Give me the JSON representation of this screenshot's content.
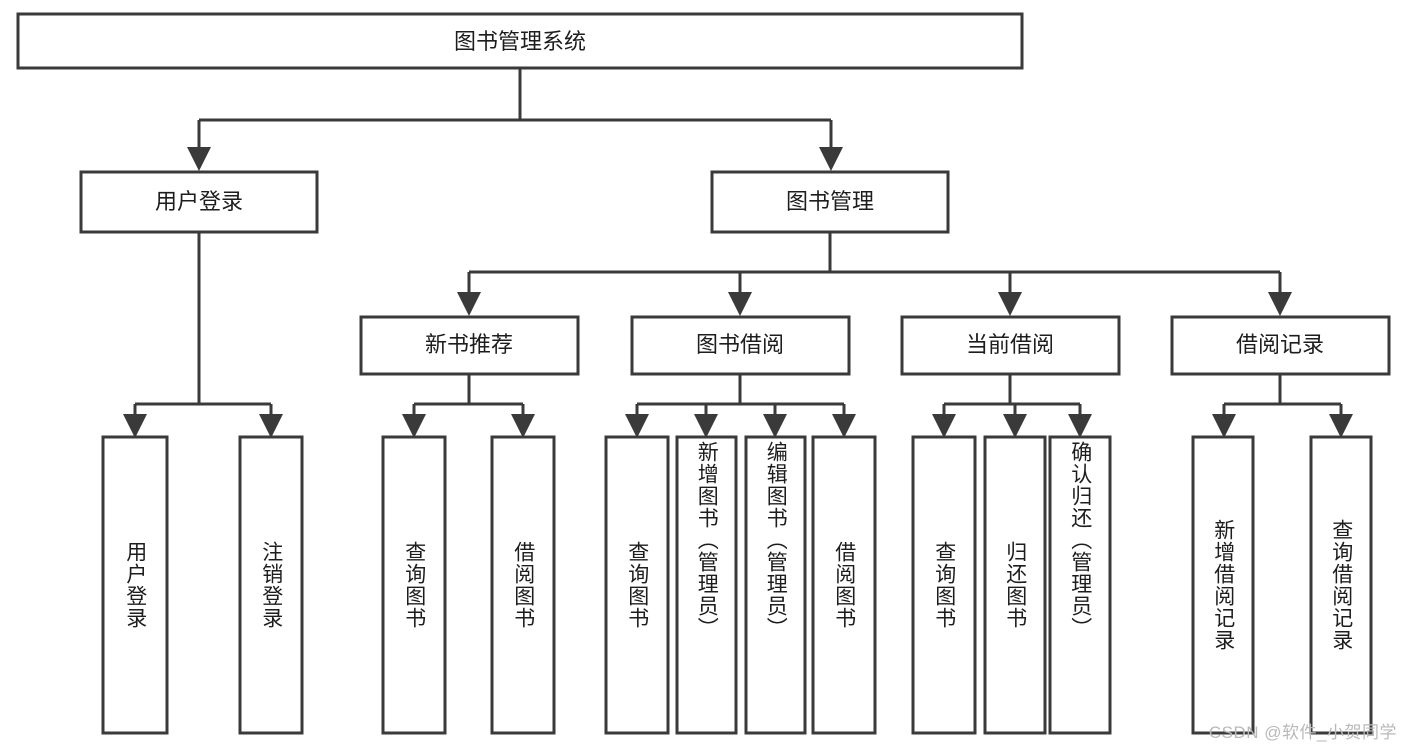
{
  "diagram": {
    "title": "图书管理系统",
    "type": "tree",
    "colors": {
      "stroke": "#3a3a3a",
      "fill": "#ffffff",
      "text": "#1d1d1d",
      "watermark": "#b9b9b9"
    },
    "root": {
      "label": "图书管理系统"
    },
    "level2": [
      {
        "label": "用户登录"
      },
      {
        "label": "图书管理"
      }
    ],
    "level3": [
      {
        "label": "新书推荐"
      },
      {
        "label": "图书借阅"
      },
      {
        "label": "当前借阅"
      },
      {
        "label": "借阅记录"
      }
    ],
    "leaves": {
      "user_login": [
        {
          "label": "用户登录"
        },
        {
          "label": "注销登录"
        }
      ],
      "new_book_recommend": [
        {
          "label": "查询图书"
        },
        {
          "label": "借阅图书"
        }
      ],
      "book_borrow": [
        {
          "label": "查询图书"
        },
        {
          "label": "新增图书（管理员）"
        },
        {
          "label": "编辑图书（管理员）"
        },
        {
          "label": "借阅图书"
        }
      ],
      "current_borrow": [
        {
          "label": "查询图书"
        },
        {
          "label": "归还图书"
        },
        {
          "label": "确认归还（管理员）"
        }
      ],
      "borrow_record": [
        {
          "label": "新增借阅记录"
        },
        {
          "label": "查询借阅记录"
        }
      ]
    }
  },
  "watermark": {
    "text": "CSDN @软件_小贺同学"
  }
}
